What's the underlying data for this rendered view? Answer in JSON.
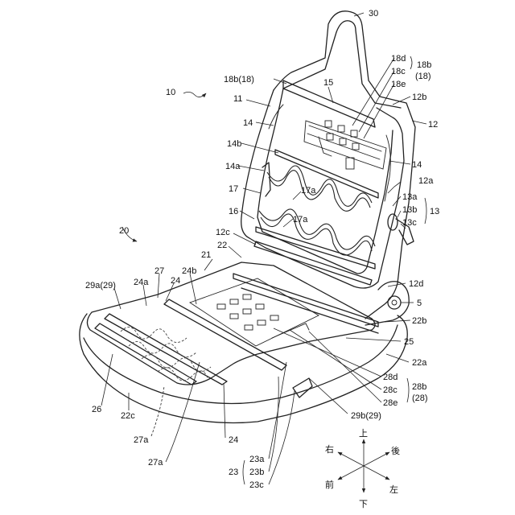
{
  "labels": {
    "l30": "30",
    "l10": "10",
    "l18d": "18d",
    "l18c": "18c",
    "l18e": "18e",
    "l18b_grp": "18b",
    "l18_grp": "(18)",
    "l18b18": "18b(18)",
    "l15": "15",
    "l11": "11",
    "l12b_top": "12b",
    "l12": "12",
    "l14_left": "14",
    "l14_right": "14",
    "l14b": "14b",
    "l14a": "14a",
    "l12a": "12a",
    "l17": "17",
    "l17a_up": "17a",
    "l17a_low": "17a",
    "l16": "16",
    "l13a": "13a",
    "l13b": "13b",
    "l13c": "13c",
    "l13": "13",
    "l20": "20",
    "l12c": "12c",
    "l22_top": "22",
    "l21": "21",
    "l27": "27",
    "l24b": "24b",
    "l24a": "24a",
    "l24_mid": "24",
    "l29a29": "29a(29)",
    "l12d": "12d",
    "l5": "5",
    "l22b": "22b",
    "l25": "25",
    "l22a": "22a",
    "l28d": "28d",
    "l28c": "28c",
    "l28e": "28e",
    "l28b": "28b",
    "l28": "(28)",
    "l29b29": "29b(29)",
    "l26": "26",
    "l22c": "22c",
    "l27a_up": "27a",
    "l24_low": "24",
    "l27a_low": "27a",
    "l23a": "23a",
    "l23b": "23b",
    "l23c": "23c",
    "l23": "23"
  },
  "compass": {
    "up": "上",
    "down": "下",
    "right": "右",
    "left": "左",
    "front": "前",
    "back": "後"
  }
}
